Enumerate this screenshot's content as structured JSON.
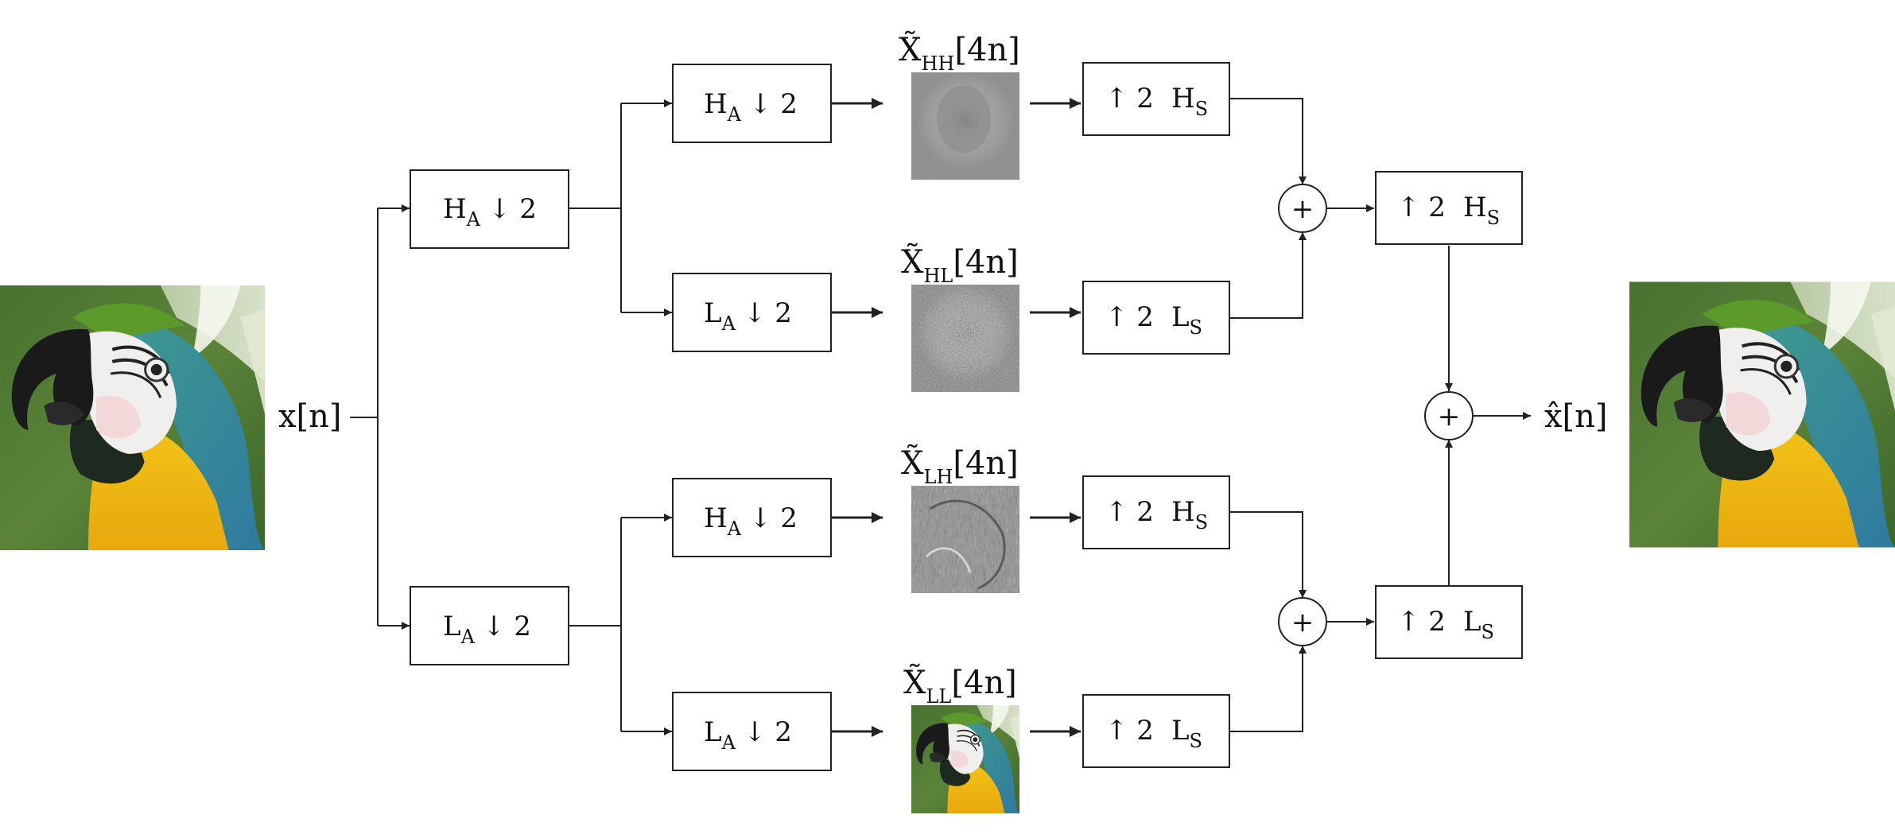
{
  "input": {
    "label": "x[n]",
    "image": "parrot-input-image"
  },
  "output": {
    "label": "x̂[n]",
    "image": "parrot-output-image"
  },
  "analysis_stage1": {
    "high": {
      "main": "H",
      "sub": "A",
      "op": "↓ 2"
    },
    "low": {
      "main": "L",
      "sub": "A",
      "op": "↓ 2"
    }
  },
  "analysis_stage2": [
    {
      "main": "H",
      "sub": "A",
      "op": "↓ 2"
    },
    {
      "main": "L",
      "sub": "A",
      "op": "↓ 2"
    },
    {
      "main": "H",
      "sub": "A",
      "op": "↓ 2"
    },
    {
      "main": "L",
      "sub": "A",
      "op": "↓ 2"
    }
  ],
  "subbands": [
    {
      "main": "X̃",
      "sub": "HH",
      "index": "[4n]",
      "kind": "noise-fine"
    },
    {
      "main": "X̃",
      "sub": "HL",
      "index": "[4n]",
      "kind": "noise-coarse"
    },
    {
      "main": "X̃",
      "sub": "LH",
      "index": "[4n]",
      "kind": "noise-edges"
    },
    {
      "main": "X̃",
      "sub": "LL",
      "index": "[4n]",
      "kind": "parrot-thumbnail"
    }
  ],
  "synthesis_stage1": [
    {
      "op": "↑ 2",
      "main": "H",
      "sub": "S"
    },
    {
      "op": "↑ 2",
      "main": "L",
      "sub": "S"
    },
    {
      "op": "↑ 2",
      "main": "H",
      "sub": "S"
    },
    {
      "op": "↑ 2",
      "main": "L",
      "sub": "S"
    }
  ],
  "synthesis_stage2": {
    "high": {
      "op": "↑ 2",
      "main": "H",
      "sub": "S"
    },
    "low": {
      "op": "↑ 2",
      "main": "L",
      "sub": "S"
    }
  },
  "sum_symbol": "+"
}
